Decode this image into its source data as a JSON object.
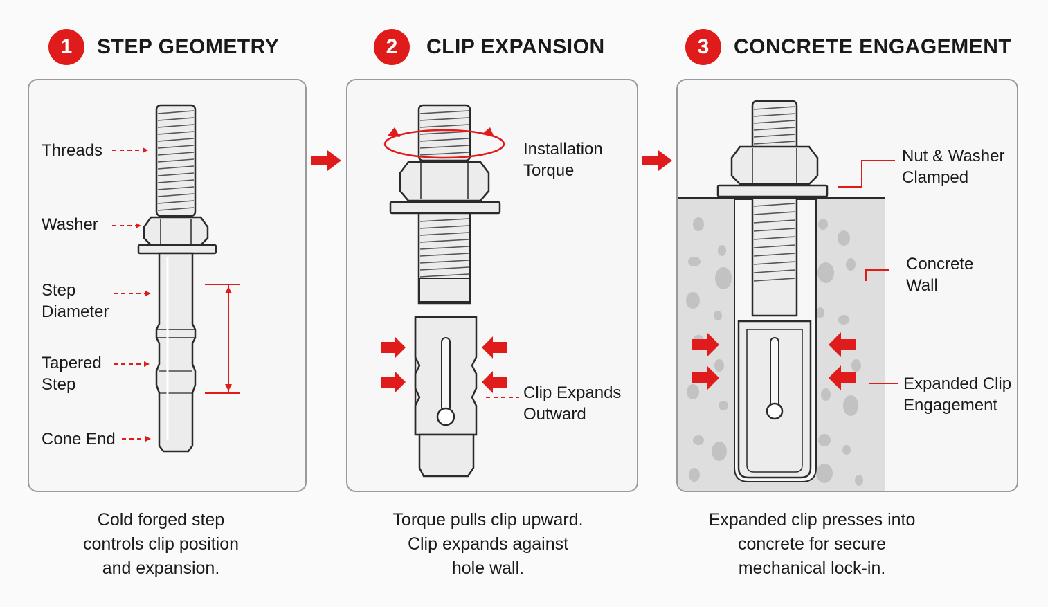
{
  "steps": [
    {
      "number": "1",
      "title": "STEP GEOMETRY",
      "labels": {
        "threads": "Threads",
        "washer": "Washer",
        "step_diameter": "Step\nDiameter",
        "tapered_step": "Tapered\nStep",
        "cone_end": "Cone End"
      },
      "caption": "Cold forged step\ncontrols clip position\nand expansion."
    },
    {
      "number": "2",
      "title": "CLIP EXPANSION",
      "labels": {
        "installation_torque": "Installation\nTorque",
        "clip_expands": "Clip Expands\nOutward"
      },
      "caption": "Torque pulls clip upward.\nClip expands against\nhole wall."
    },
    {
      "number": "3",
      "title": "CONCRETE ENGAGEMENT",
      "labels": {
        "nut_washer": "Nut & Washer\nClamped",
        "concrete_wall": "Concrete\nWall",
        "expanded_clip": "Expanded Clip\nEngagement"
      },
      "caption": "Expanded clip presses into\nconcrete for secure\nmechanical lock-in."
    }
  ],
  "colors": {
    "accent": "#e01b1b",
    "outline": "#2a2a2a",
    "metal": "#ececec",
    "concrete": "#dedede",
    "panel_border": "#9a9a9a"
  }
}
